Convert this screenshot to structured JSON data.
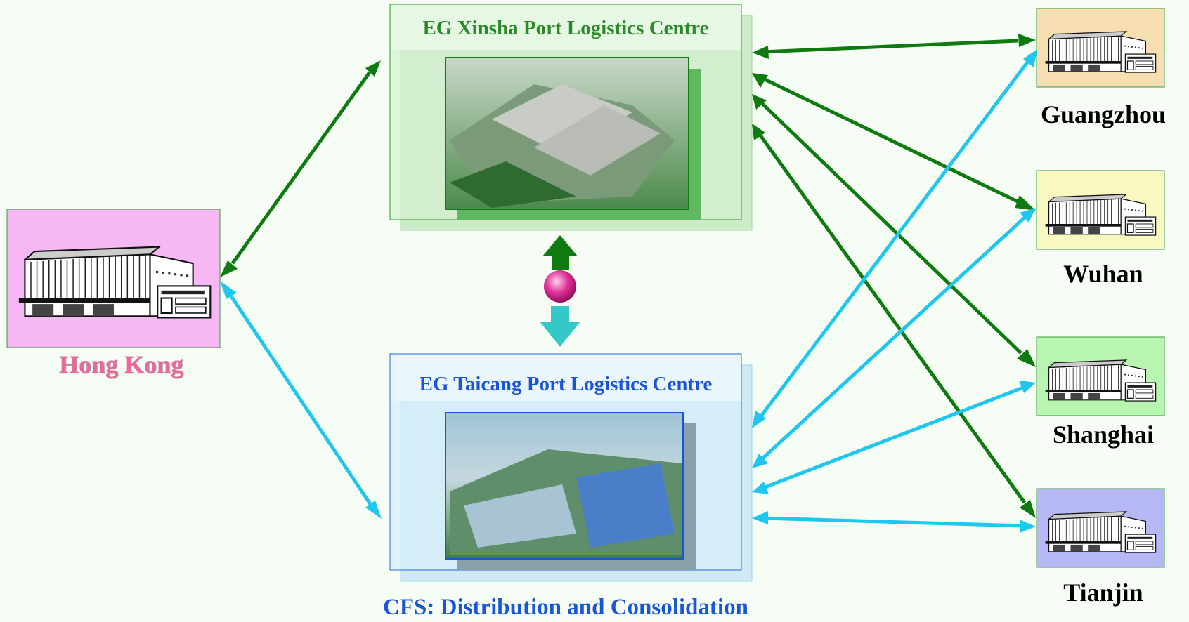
{
  "hub": {
    "label": "Hong Kong",
    "label_color": "#e86a9a",
    "box_color": "#f5b8f5"
  },
  "centres": {
    "xinsha": {
      "title": "EG Xinsha Port Logistics Centre",
      "title_color": "#2a8a2a"
    },
    "taicang": {
      "title": "EG Taicang Port Logistics Centre",
      "title_color": "#1a55d8"
    }
  },
  "caption": {
    "text": "CFS: Distribution and Consolidation",
    "color": "#1a55d8"
  },
  "cities": [
    {
      "label": "Guangzhou",
      "box_color": "#f6deb0"
    },
    {
      "label": "Wuhan",
      "box_color": "#f8f8c0"
    },
    {
      "label": "Shanghai",
      "box_color": "#b8f5b0"
    },
    {
      "label": "Tianjin",
      "box_color": "#b5b8f5"
    }
  ],
  "colors": {
    "green_arrow": "#0f7a0f",
    "cyan_arrow": "#1ec6f0",
    "teal_arrow": "#34c8c8",
    "node_magenta": "#d8208a"
  }
}
